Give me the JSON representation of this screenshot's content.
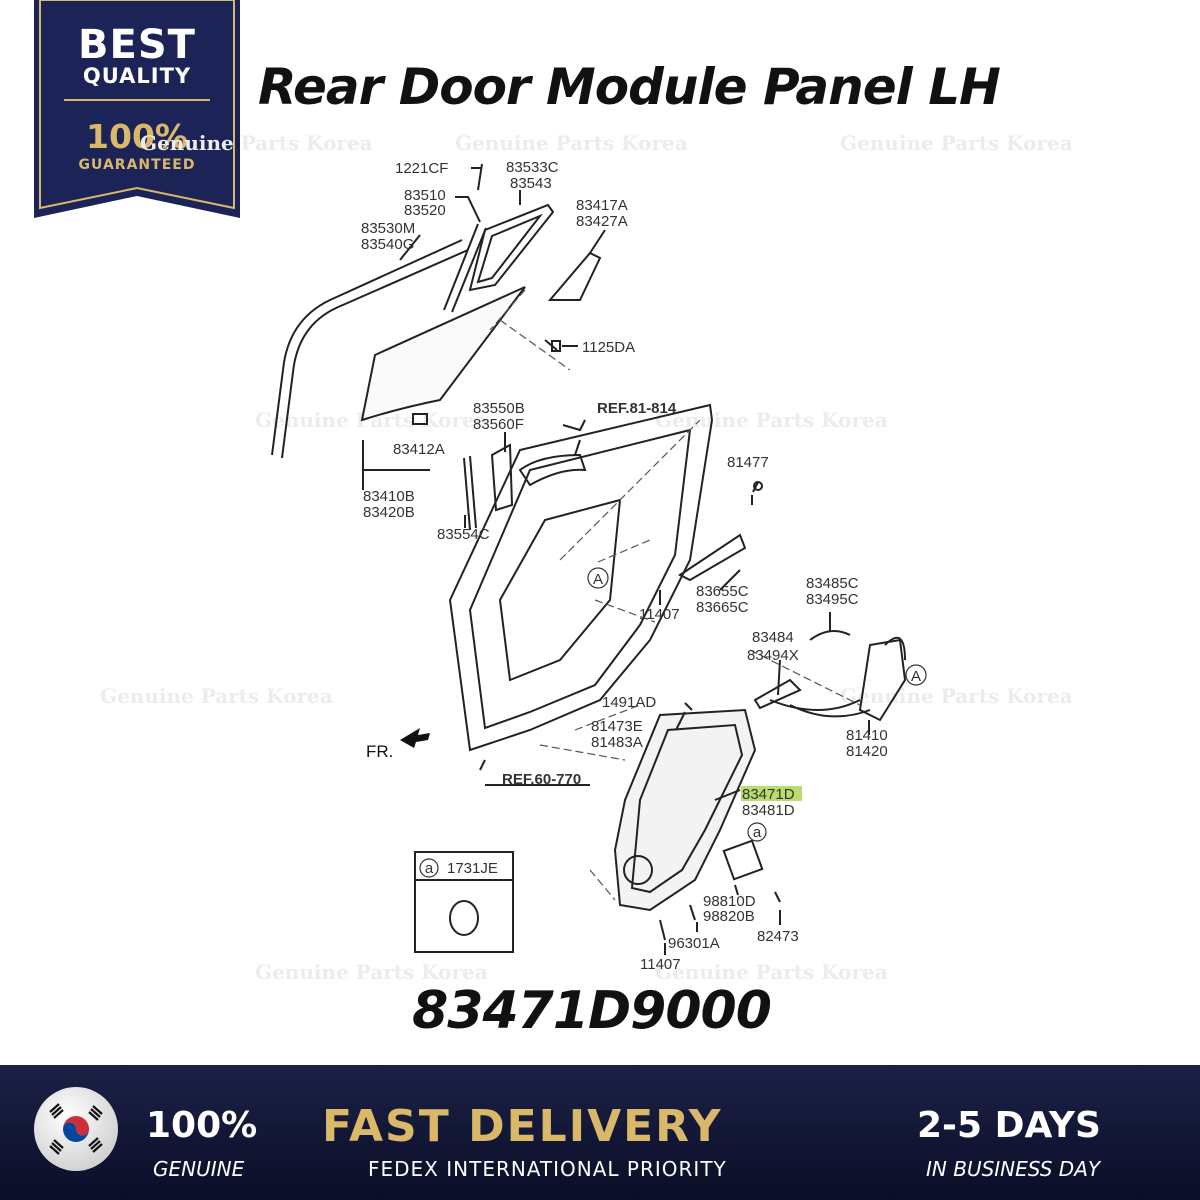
{
  "badge": {
    "line1": "BEST",
    "line2": "QUALITY",
    "line3": "100%",
    "line4": "GUARANTEED",
    "navy": "#1c2357",
    "gold": "#d9b86a"
  },
  "title": "Rear Door Module Panel LH",
  "watermark": "Genuine Parts Korea",
  "diagram": {
    "labels": {
      "p1221CF": "1221CF",
      "p83533C": "83533C",
      "p83543": "83543",
      "p83510": "83510",
      "p83520": "83520",
      "p83417A": "83417A",
      "p83427A": "83427A",
      "p83530M": "83530M",
      "p83540G": "83540G",
      "p1125DA": "1125DA",
      "p83550B": "83550B",
      "p83560F": "83560F",
      "ref81": "REF.81-814",
      "p83412A": "83412A",
      "p81477": "81477",
      "p83410B": "83410B",
      "p83420B": "83420B",
      "p83554C": "83554C",
      "p83655C": "83655C",
      "p83665C": "83665C",
      "p11407a": "11407",
      "p83485C": "83485C",
      "p83495C": "83495C",
      "p83484": "83484",
      "p83494X": "83494X",
      "p1491AD": "1491AD",
      "p81473E": "81473E",
      "p81483A": "81483A",
      "p81410": "81410",
      "p81420": "81420",
      "fr": "FR.",
      "ref60": "REF.60-770",
      "p83471D": "83471D",
      "p83481D": "83481D",
      "p98810D": "98810D",
      "p98820B": "98820B",
      "p82473": "82473",
      "p96301A": "96301A",
      "p11407b": "11407",
      "p1731JE": "1731JE",
      "circleA": "A",
      "circleSmallA": "a"
    },
    "highlight_color": "#b9dc6e"
  },
  "part_number": "83471D9000",
  "footer": {
    "genuine_pct": "100%",
    "genuine": "GENUINE",
    "fast_delivery": "FAST DELIVERY",
    "fedex": "FEDEX INTERNATIONAL PRIORITY",
    "days": "2-5 DAYS",
    "business": "IN BUSINESS DAY",
    "gold": "#d9b86a"
  }
}
